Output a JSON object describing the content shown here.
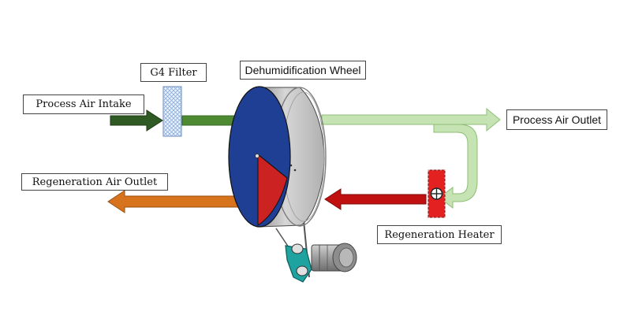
{
  "labels": {
    "process_air_intake": "Process Air Intake",
    "g4_filter": "G4 Filter",
    "dehumidification_wheel": "Dehumidification Wheel",
    "process_air_outlet": "Process Air Outlet",
    "regeneration_air_outlet": "Regeneration Air Outlet",
    "regeneration_heater": "Regeneration Heater"
  },
  "colors": {
    "intake_arrow": "#2f5a23",
    "filter_to_wheel_arrow": "#4e8a32",
    "process_outlet_arrow": "#c6e3b3",
    "regeneration_outlet_arrow": "#d8731d",
    "heater_to_wheel_arrow": "#c01010",
    "wheel_face": "#1f3f95",
    "regeneration_sector": "#cc2222",
    "wheel_housing": "#c8c8c8",
    "heater_body": "#e42121",
    "filter_mesh": "#a9c6ea",
    "motor_bracket": "#1ea3a0"
  }
}
